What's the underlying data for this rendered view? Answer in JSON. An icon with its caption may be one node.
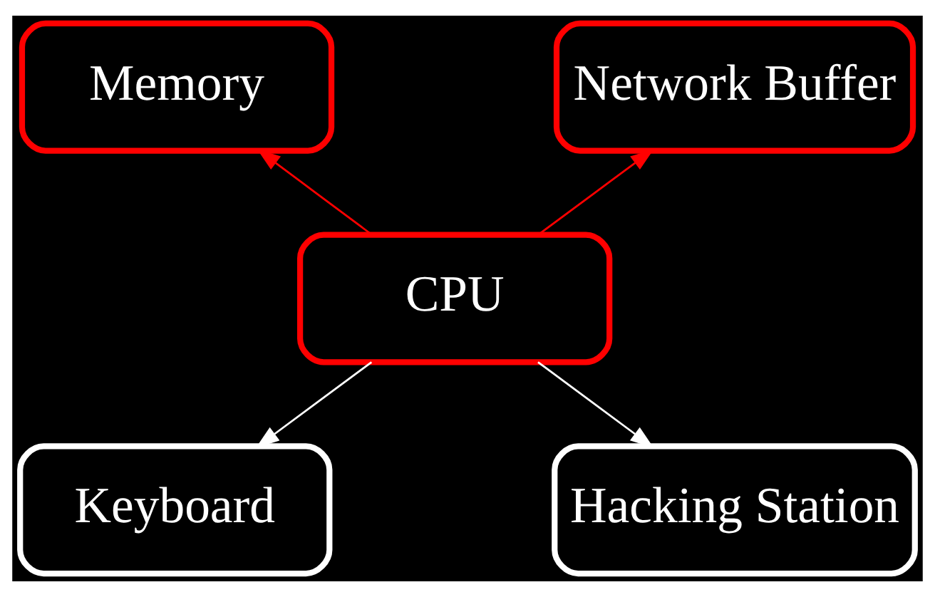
{
  "diagram": {
    "nodes": [
      {
        "text": [
          "Memory"
        ]
      },
      {
        "text": [
          "Network Buffer"
        ]
      },
      {
        "text": [
          "CPU"
        ]
      },
      {
        "text": [
          "Keyboard"
        ]
      },
      {
        "text": [
          "Hacking Station"
        ]
      }
    ],
    "edges": [
      {
        "from": 2,
        "to": 0,
        "arrow": "to",
        "color": "#ff0000"
      },
      {
        "from": 2,
        "to": 1,
        "arrow": "to",
        "color": "#ff0000"
      },
      {
        "from": 2,
        "to": 3,
        "arrow": "to",
        "color": "#ffffff"
      },
      {
        "from": 2,
        "to": 4,
        "arrow": "to",
        "color": "#ffffff"
      }
    ]
  }
}
